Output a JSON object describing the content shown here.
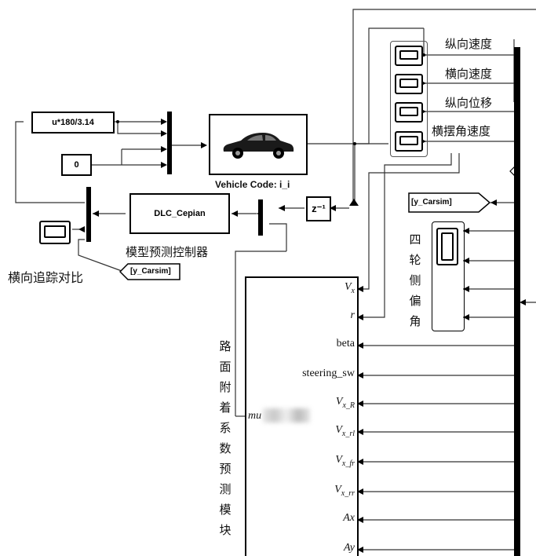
{
  "blocks": {
    "gain": "u*180/3.14",
    "const": "0",
    "vehicle_caption": "Vehicle Code: i_i",
    "controller": "DLC_Cepian",
    "delay": "z⁻¹",
    "goto_top": "[y_Carsim]",
    "goto_bottom": "[y_Carsim]"
  },
  "labels": {
    "scope_vx": "纵向速度",
    "scope_vy": "横向速度",
    "scope_x": "纵向位移",
    "scope_r": "横摆角速度",
    "controller_caption": "模型预测控制器",
    "compare_caption": "横向追踪对比",
    "slip_caption": "四轮侧偏角",
    "estimator_caption": "路面附着系数预测模块"
  },
  "ports": [
    {
      "main": "V",
      "sub": "x",
      "italic": true
    },
    {
      "main": "r",
      "sub": "",
      "italic": true
    },
    {
      "main": "beta",
      "sub": "",
      "italic": false
    },
    {
      "main": "steering_sw",
      "sub": "",
      "italic": false
    },
    {
      "main": "V",
      "sub": "x_R",
      "italic": true
    },
    {
      "main": "V",
      "sub": "x_rl",
      "italic": true
    },
    {
      "main": "V",
      "sub": "x_fr",
      "italic": true
    },
    {
      "main": "V",
      "sub": "x_rr",
      "italic": true
    },
    {
      "main": "Ax",
      "sub": "",
      "italic": true
    },
    {
      "main": "Ay",
      "sub": "",
      "italic": true
    }
  ],
  "mu_label": "mu",
  "colors": {
    "line": "#000000",
    "background": "#ffffff"
  }
}
